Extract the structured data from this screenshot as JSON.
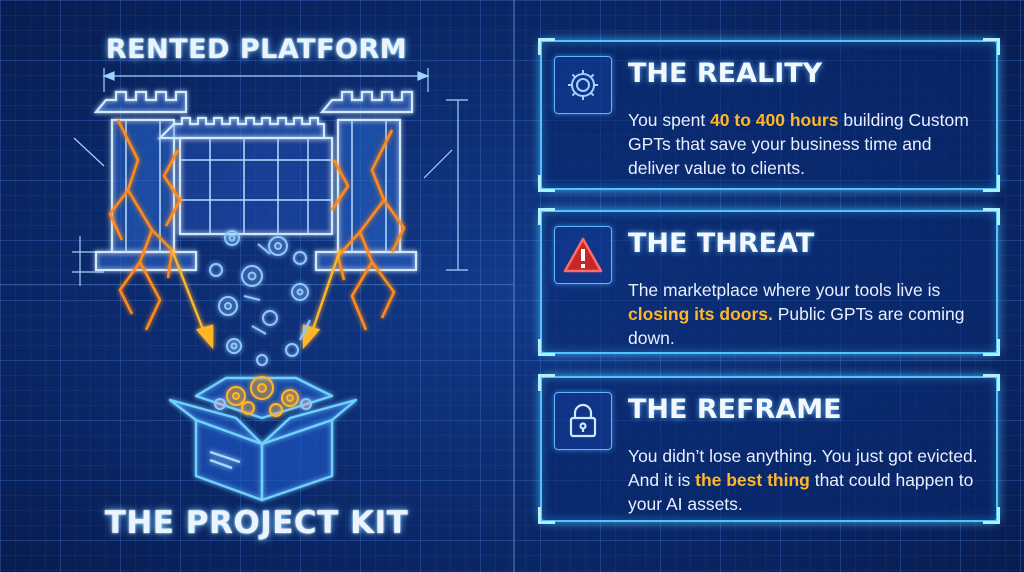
{
  "left": {
    "title_top": "RENTED PLATFORM",
    "title_bottom": "THE PROJECT KIT"
  },
  "cards": [
    {
      "id": "reality",
      "icon": "gear-icon",
      "title": "THE REALITY",
      "body_before": "You spent ",
      "body_highlight": "40 to 400 hours",
      "body_after": " building Custom GPTs that save your business time and deliver value to clients."
    },
    {
      "id": "threat",
      "icon": "warning-icon",
      "title": "THE THREAT",
      "body_before": "The marketplace where your tools live is ",
      "body_highlight": "closing its doors.",
      "body_after": " Public GPTs are coming down."
    },
    {
      "id": "reframe",
      "icon": "lock-icon",
      "title": "THE REFRAME",
      "body_before": "You didn’t lose anything. You just got evicted. And it is ",
      "body_highlight": "the best thing",
      "body_after": " that could happen to your AI assets."
    }
  ],
  "colors": {
    "background": "#0b2a6b",
    "glow": "#4fc3ff",
    "highlight": "#ffb627",
    "warning": "#e53935",
    "lightning": "#ff7a1a"
  }
}
